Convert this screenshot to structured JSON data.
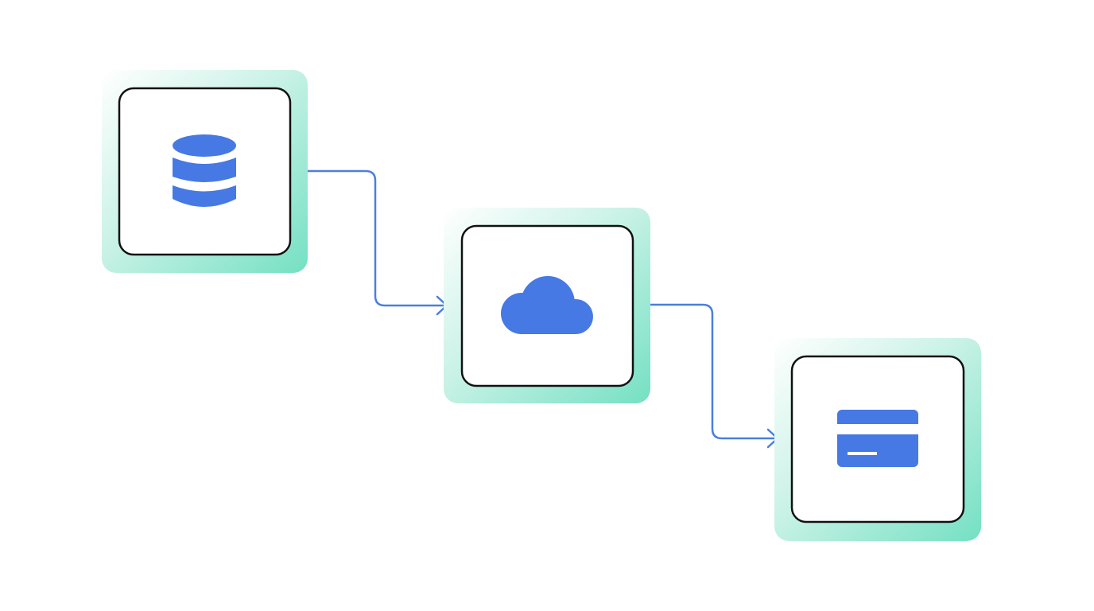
{
  "diagram": {
    "colors": {
      "accent": "#4679E3",
      "connector": "#4A7FDD",
      "halo_start": "#ffffff",
      "halo_end": "#78e2c6",
      "node_border": "#111111"
    },
    "nodes": [
      {
        "id": "database",
        "icon": "database-icon"
      },
      {
        "id": "cloud",
        "icon": "cloud-icon"
      },
      {
        "id": "payment",
        "icon": "credit-card-icon"
      }
    ],
    "edges": [
      {
        "from": "database",
        "to": "cloud"
      },
      {
        "from": "cloud",
        "to": "payment"
      }
    ]
  }
}
